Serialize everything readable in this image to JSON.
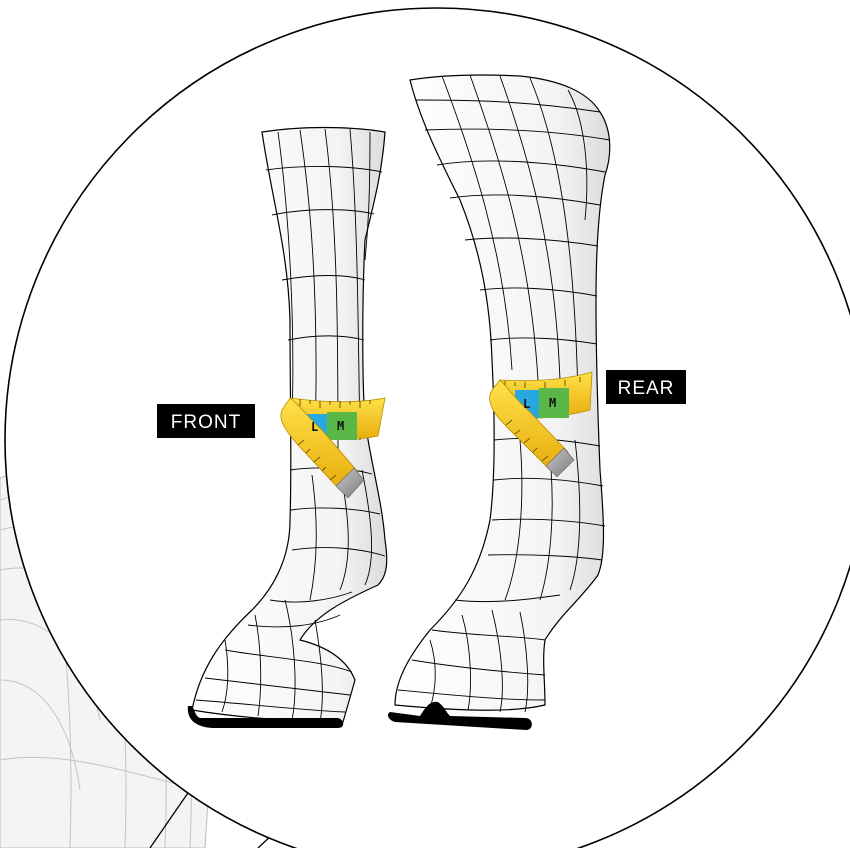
{
  "labels": {
    "front": "FRONT",
    "rear": "REAR",
    "size_low": "L",
    "size_mid": "M"
  },
  "colors": {
    "tape_yellow": "#f2c21a",
    "size_blue": "#27a9df",
    "size_green": "#59b848",
    "tag_bg": "#000000",
    "hoof_base": "#000000"
  },
  "icons": [
    "measuring-tape-icon",
    "measuring-tape-icon"
  ]
}
